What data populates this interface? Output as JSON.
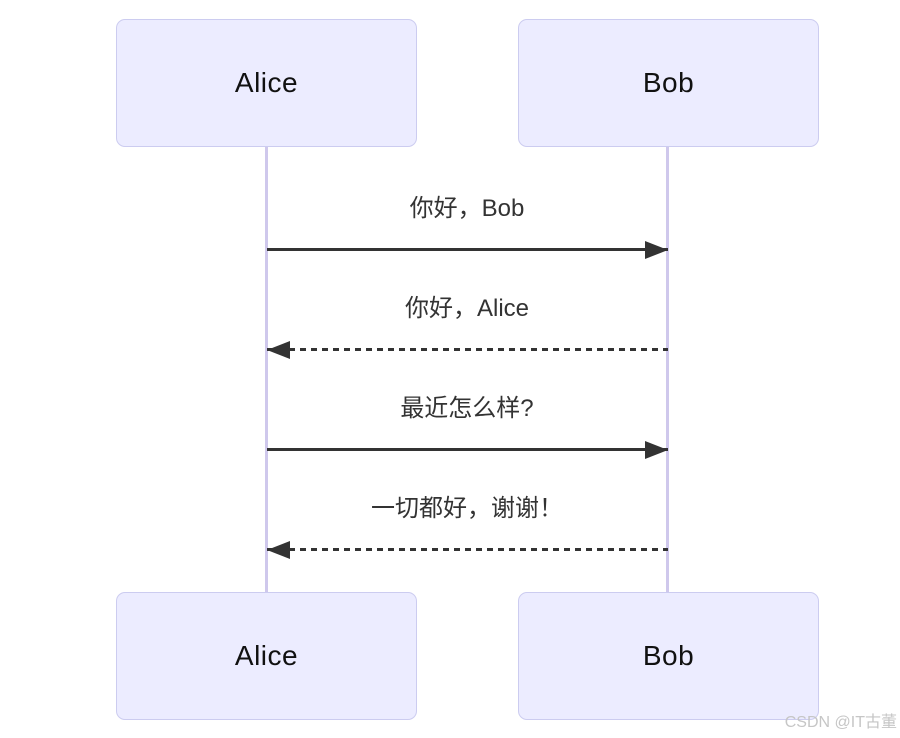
{
  "diagram": {
    "type": "sequence-diagram",
    "actors": [
      {
        "name": "Alice"
      },
      {
        "name": "Bob"
      }
    ],
    "messages": [
      {
        "from": "Alice",
        "to": "Bob",
        "label": "你好，Bob",
        "line": "solid",
        "direction": "right"
      },
      {
        "from": "Bob",
        "to": "Alice",
        "label": "你好，Alice",
        "line": "dashed",
        "direction": "left"
      },
      {
        "from": "Alice",
        "to": "Bob",
        "label": "最近怎么样?",
        "line": "solid",
        "direction": "right"
      },
      {
        "from": "Bob",
        "to": "Alice",
        "label": "一切都好，谢谢！",
        "line": "dashed",
        "direction": "left"
      }
    ],
    "colors": {
      "actor_fill": "#ECECFF",
      "actor_border": "#CCCCF0",
      "lifeline": "#CFC8EC",
      "message": "#333333",
      "watermark": "#C6C6C6"
    }
  },
  "watermark": {
    "text": "CSDN @IT古董"
  }
}
